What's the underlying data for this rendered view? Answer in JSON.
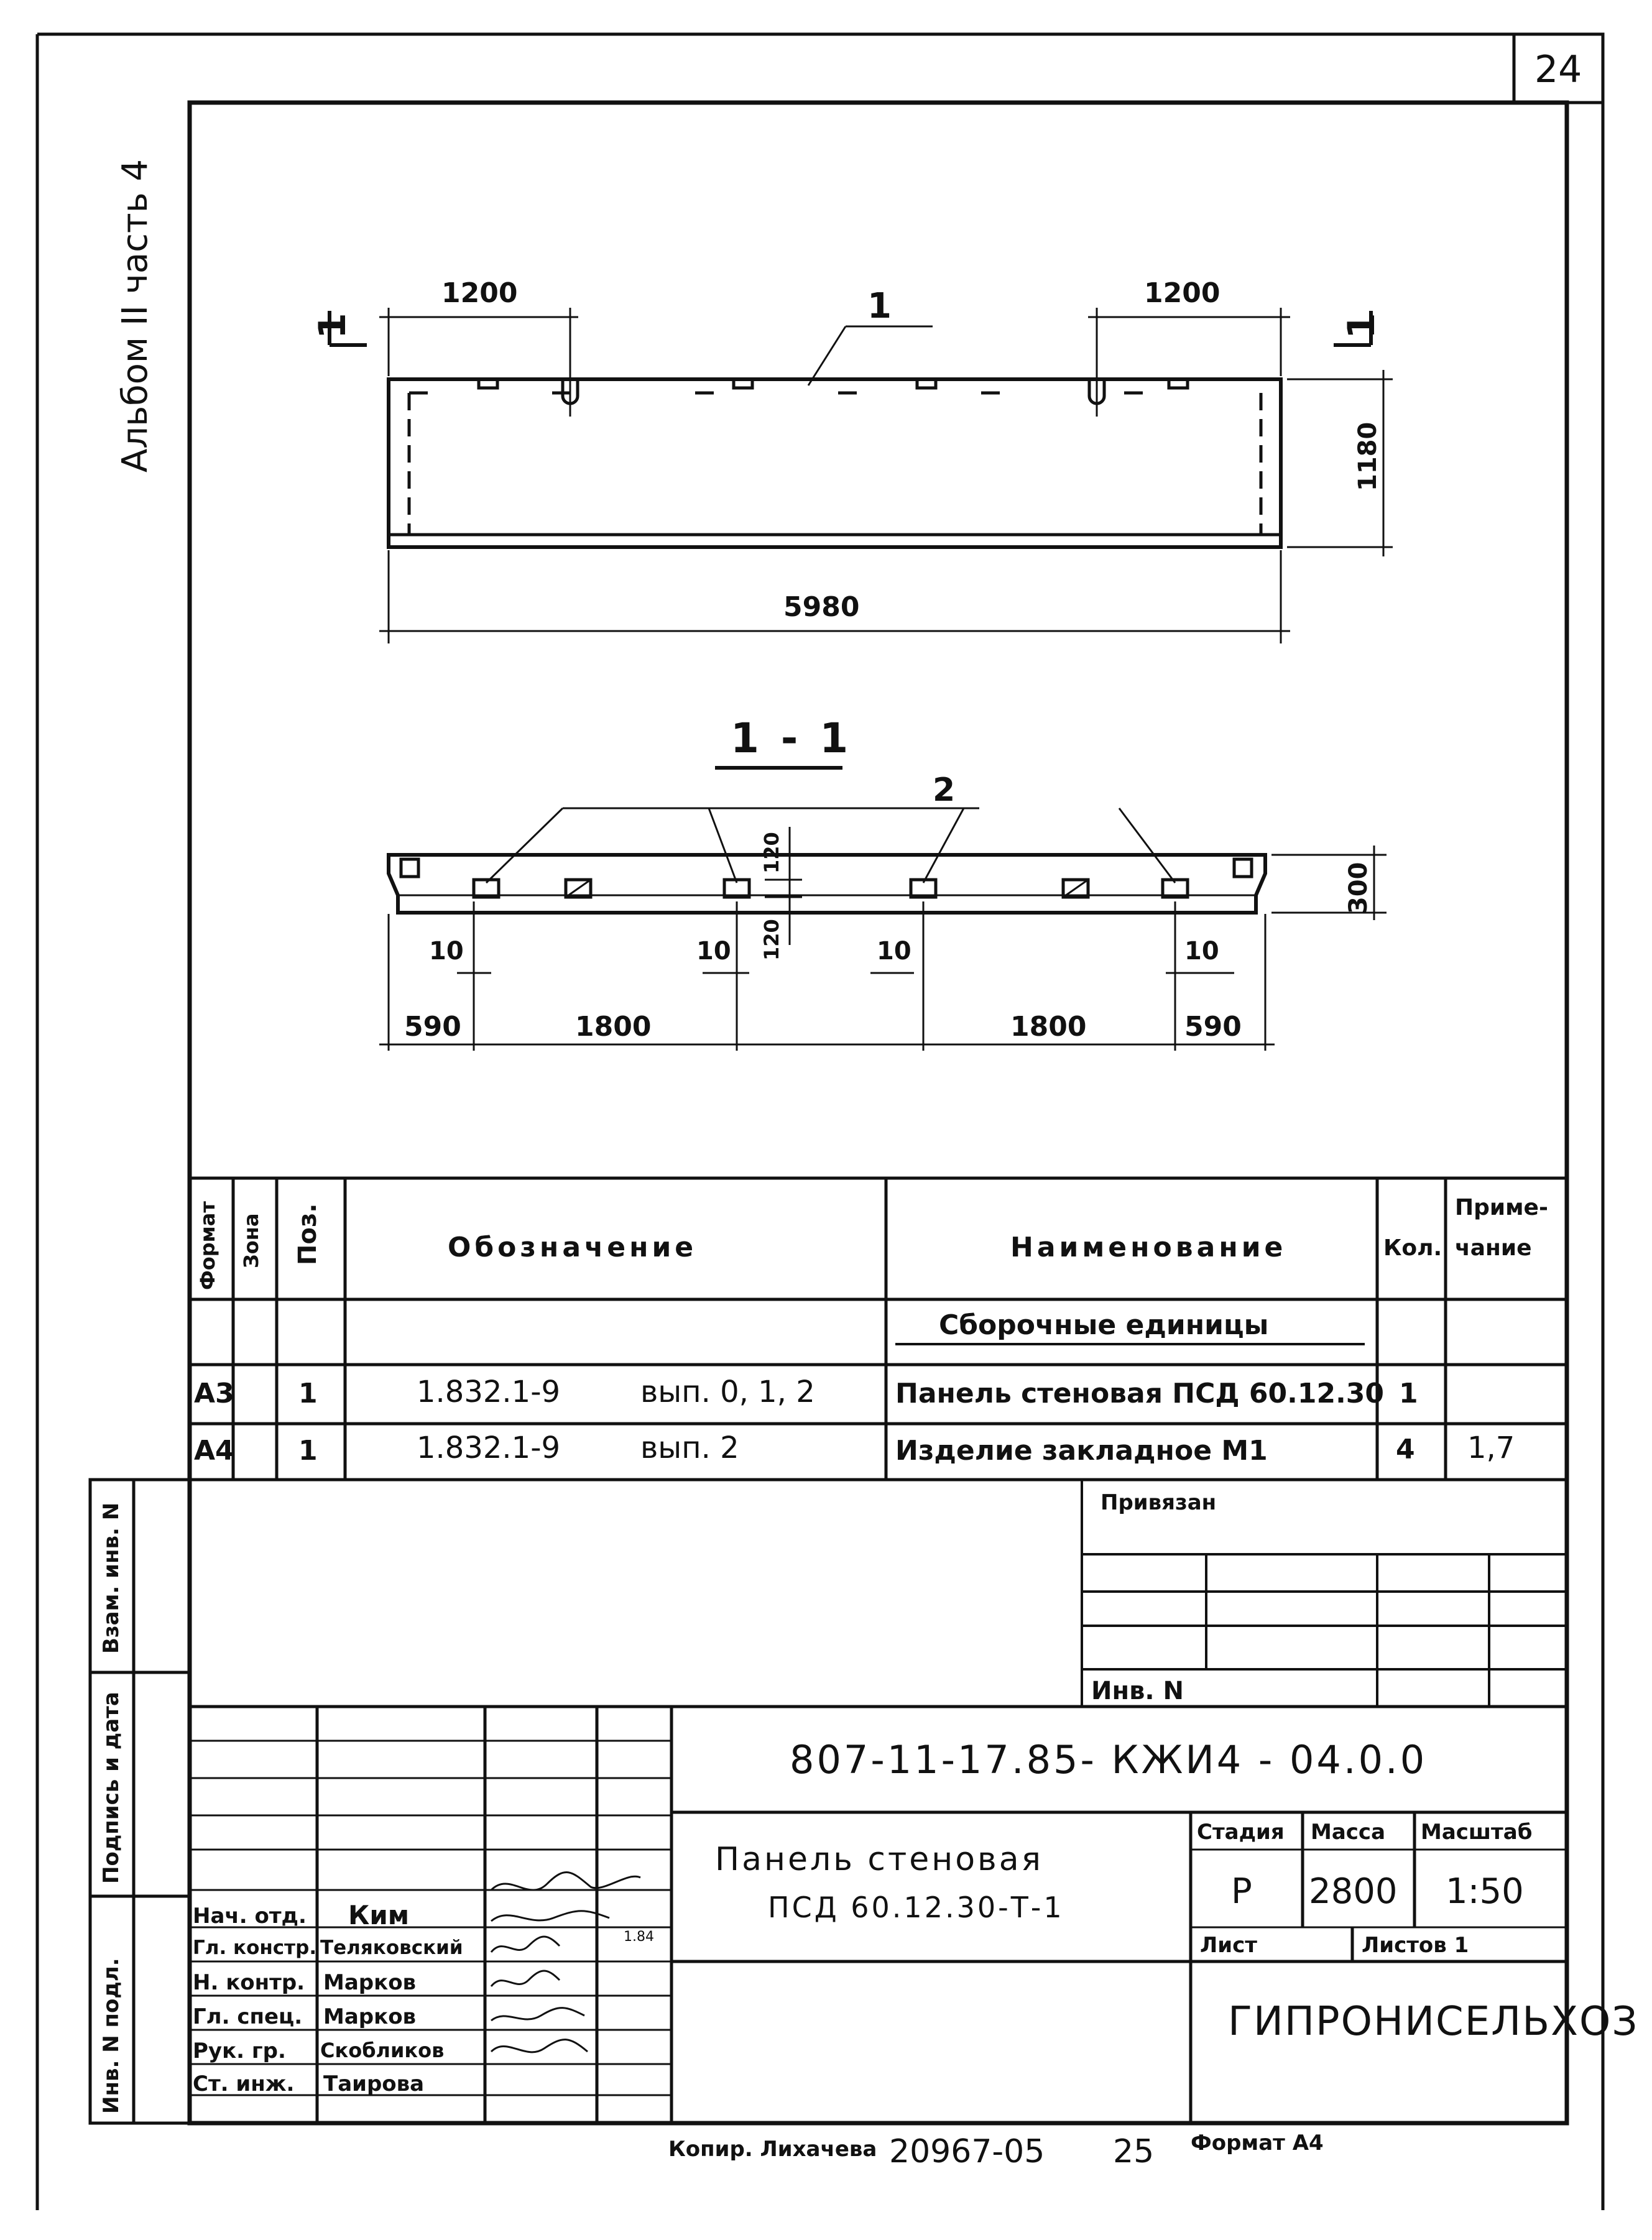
{
  "sheet_number": "24",
  "album_label": "Альбом II часть 4",
  "section_marker": "1",
  "plan_view": {
    "callout": "1",
    "dims": {
      "left_offset": "1200",
      "right_offset": "1200",
      "height": "1180",
      "length": "5980"
    }
  },
  "section_view": {
    "title": "1 - 1",
    "callout": "2",
    "dims": {
      "top_120": "120",
      "bottom_120": "120",
      "height": "300",
      "gap_1": "10",
      "gap_2": "10",
      "gap_3": "10",
      "gap_4": "10",
      "edge_left": "590",
      "span_left": "1800",
      "span_right": "1800",
      "edge_right": "590"
    }
  },
  "spec_table": {
    "headers": {
      "format": "Формат",
      "zone": "Зона",
      "pos": "Поз.",
      "designation": "Обозначение",
      "name": "Наименование",
      "qty": "Кол.",
      "note_1": "Приме-",
      "note_2": "чание"
    },
    "group": "Сборочные единицы",
    "rows": [
      {
        "format": "А3",
        "pos": "1",
        "designation": "1.832.1-9",
        "issue": "вып. 0, 1, 2",
        "name": "Панель стеновая ПСД 60.12.30",
        "qty": "1",
        "note": ""
      },
      {
        "format": "А4",
        "pos": "1",
        "designation": "1.832.1-9",
        "issue": "вып. 2",
        "name": "Изделие закладное М1",
        "qty": "4",
        "note": "1,7"
      }
    ]
  },
  "binding": {
    "label": "Привязан",
    "inv_label": "Инв. N"
  },
  "side_labels": {
    "vzam": "Взам. инв. N",
    "podpis": "Подпись и дата",
    "inv_podl": "Инв. N подл."
  },
  "title_block": {
    "doc_code": "807-11-17.85- КЖИ4 - 04.0.0",
    "name_line1": "Панель стеновая",
    "name_line2": "ПСД 60.12.30-Т-1",
    "stage_label": "Стадия",
    "mass_label": "Масса",
    "scale_label": "Масштаб",
    "stage": "Р",
    "mass": "2800",
    "scale": "1:50",
    "sheet_label": "Лист",
    "sheets_label": "Листов 1",
    "org": "ГИПРОНИСЕЛЬХОЗ",
    "date_mark": "1.84",
    "signers": [
      {
        "role": "Нач. отд.",
        "name": "Ким"
      },
      {
        "role": "Гл. констр.",
        "name": "Теляковский"
      },
      {
        "role": "Н. контр.",
        "name": "Марков"
      },
      {
        "role": "Гл. спец.",
        "name": "Марков"
      },
      {
        "role": "Рук. гр.",
        "name": "Скобликов"
      },
      {
        "role": "Ст. инж.",
        "name": "Таирова"
      }
    ]
  },
  "footer": {
    "copy": "Копир. Лихачева",
    "order": "20967-05",
    "page": "25",
    "format": "Формат А4"
  }
}
